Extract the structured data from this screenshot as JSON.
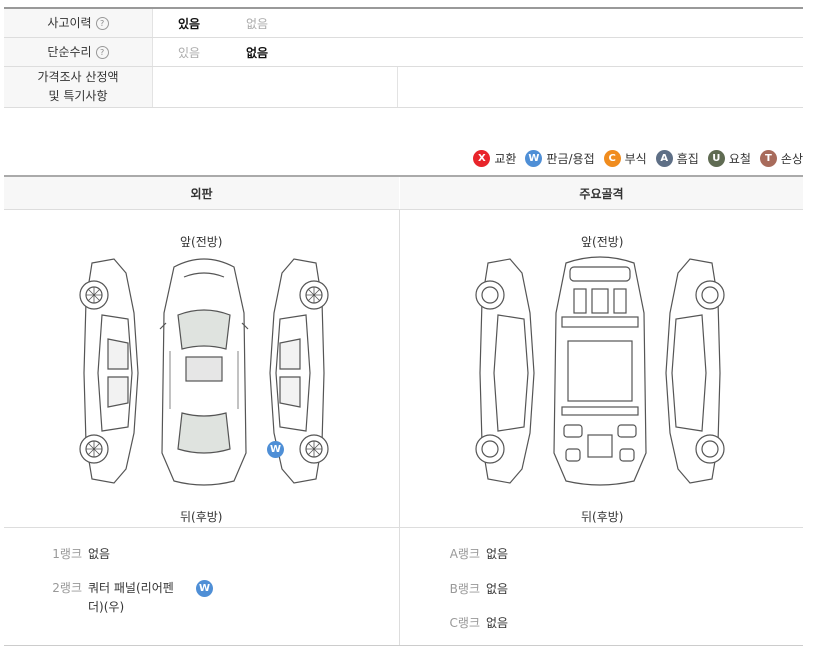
{
  "history": {
    "rows": [
      {
        "label": "사고이력",
        "help": "?",
        "opt1": "있음",
        "opt2": "없음",
        "selected": 1
      },
      {
        "label": "단순수리",
        "help": "?",
        "opt1": "있음",
        "opt2": "없음",
        "selected": 2
      }
    ],
    "notes_label_line1": "가격조사 산정액",
    "notes_label_line2": "및 특기사항"
  },
  "legend": [
    {
      "code": "X",
      "label": "교환",
      "color": "#e8252b"
    },
    {
      "code": "W",
      "label": "판금/용접",
      "color": "#4f8fd6"
    },
    {
      "code": "C",
      "label": "부식",
      "color": "#f08c1e"
    },
    {
      "code": "A",
      "label": "흠집",
      "color": "#5e6f86"
    },
    {
      "code": "U",
      "label": "요철",
      "color": "#5f6b52"
    },
    {
      "code": "T",
      "label": "손상",
      "color": "#a86b5b"
    }
  ],
  "panels": {
    "left_title": "외판",
    "right_title": "주요골격",
    "front_label": "앞(전방)",
    "rear_label": "뒤(후방)",
    "marker_code": "W"
  },
  "ranks_left": [
    {
      "rank": "1랭크",
      "value": "없음"
    },
    {
      "rank": "2랭크",
      "value_line1": "쿼터 패널(리어펜",
      "value_line2": "더)(우)",
      "marker": "W"
    }
  ],
  "ranks_right": [
    {
      "rank": "A랭크",
      "value": "없음"
    },
    {
      "rank": "B랭크",
      "value": "없음"
    },
    {
      "rank": "C랭크",
      "value": "없음"
    }
  ]
}
